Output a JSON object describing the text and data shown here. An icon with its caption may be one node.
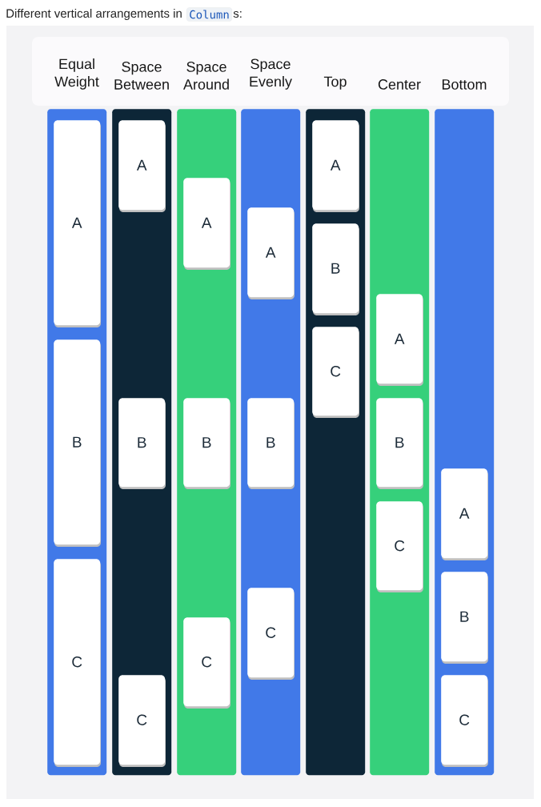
{
  "diagram": {
    "nodes": [
      {
        "text": [
          "Equal Weight"
        ]
      },
      {
        "text": [
          "A"
        ],
        "in": 0
      },
      {
        "text": [
          "B"
        ],
        "in": 0
      },
      {
        "text": [
          "C"
        ],
        "in": 0
      },
      {
        "text": [
          "Space Between"
        ]
      },
      {
        "text": [
          "A"
        ],
        "in": 4
      },
      {
        "text": [
          "B"
        ],
        "in": 4
      },
      {
        "text": [
          "C"
        ],
        "in": 4
      },
      {
        "text": [
          "Space Around"
        ]
      },
      {
        "text": [
          "A"
        ],
        "in": 8
      },
      {
        "text": [
          "B"
        ],
        "in": 8
      },
      {
        "text": [
          "C"
        ],
        "in": 8
      },
      {
        "text": [
          "Space Evenly"
        ]
      },
      {
        "text": [
          "A"
        ],
        "in": 12
      },
      {
        "text": [
          "B"
        ],
        "in": 12
      },
      {
        "text": [
          "C"
        ],
        "in": 12
      },
      {
        "text": [
          "Top"
        ]
      },
      {
        "text": [
          "A"
        ],
        "in": 16
      },
      {
        "text": [
          "B"
        ],
        "in": 16
      },
      {
        "text": [
          "C"
        ],
        "in": 16
      },
      {
        "text": [
          "Center"
        ]
      },
      {
        "text": [
          "A"
        ],
        "in": 20
      },
      {
        "text": [
          "B"
        ],
        "in": 20
      },
      {
        "text": [
          "C"
        ],
        "in": 20
      },
      {
        "text": [
          "Bottom"
        ]
      },
      {
        "text": [
          "A"
        ],
        "in": 24
      },
      {
        "text": [
          "B"
        ],
        "in": 24
      },
      {
        "text": [
          "C"
        ],
        "in": 24
      }
    ],
    "labels": [
      "Different vertical arrangements in",
      "Column",
      "s:"
    ]
  }
}
